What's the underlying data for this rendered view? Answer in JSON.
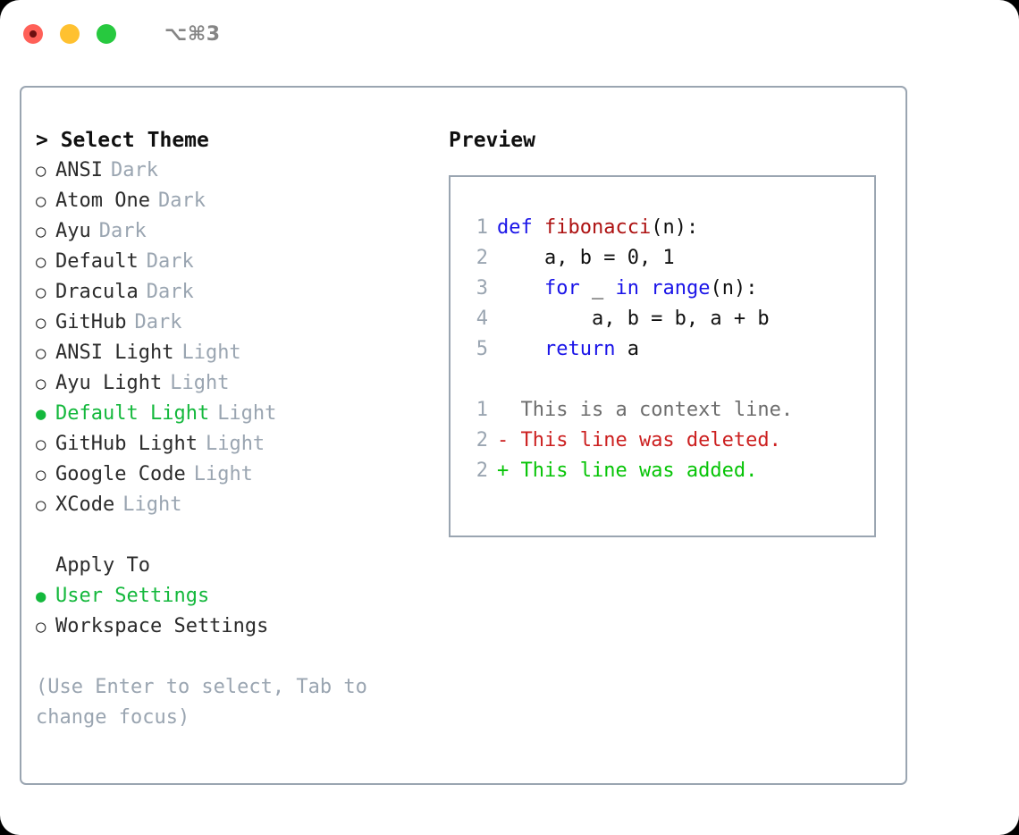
{
  "titlebar": {
    "shortcut": "⌥⌘3",
    "dots": [
      {
        "name": "close-button",
        "color": "#ff6058"
      },
      {
        "name": "minimize-button",
        "color": "#ffc130"
      },
      {
        "name": "maximize-button",
        "color": "#27c93f"
      }
    ]
  },
  "theme_selector": {
    "heading": "> Select Theme",
    "bullet_unselected": "○",
    "bullet_selected": "●",
    "items": [
      {
        "label": "ANSI",
        "tag": "Dark",
        "selected": false
      },
      {
        "label": "Atom One",
        "tag": "Dark",
        "selected": false
      },
      {
        "label": "Ayu",
        "tag": "Dark",
        "selected": false
      },
      {
        "label": "Default",
        "tag": "Dark",
        "selected": false
      },
      {
        "label": "Dracula",
        "tag": "Dark",
        "selected": false
      },
      {
        "label": "GitHub",
        "tag": "Dark",
        "selected": false
      },
      {
        "label": "ANSI Light",
        "tag": "Light",
        "selected": false
      },
      {
        "label": "Ayu Light",
        "tag": "Light",
        "selected": false
      },
      {
        "label": "Default Light",
        "tag": "Light",
        "selected": true
      },
      {
        "label": "GitHub Light",
        "tag": "Light",
        "selected": false
      },
      {
        "label": "Google Code",
        "tag": "Light",
        "selected": false
      },
      {
        "label": "XCode",
        "tag": "Light",
        "selected": false
      }
    ]
  },
  "apply_to": {
    "heading": "Apply To",
    "items": [
      {
        "label": "User Settings",
        "selected": true
      },
      {
        "label": "Workspace Settings",
        "selected": false
      }
    ]
  },
  "hint": "(Use Enter to select, Tab to change focus)",
  "preview": {
    "title": "Preview",
    "code_lines": [
      {
        "no": "1",
        "tokens": [
          {
            "t": "def ",
            "c": "kw"
          },
          {
            "t": "fibonacci",
            "c": "fn"
          },
          {
            "t": "(n):",
            "c": "plain"
          }
        ]
      },
      {
        "no": "2",
        "tokens": [
          {
            "t": "    a, b = 0, 1",
            "c": "plain"
          }
        ]
      },
      {
        "no": "3",
        "tokens": [
          {
            "t": "    ",
            "c": "plain"
          },
          {
            "t": "for",
            "c": "kw"
          },
          {
            "t": " _ ",
            "c": "plain"
          },
          {
            "t": "in",
            "c": "kw"
          },
          {
            "t": " ",
            "c": "plain"
          },
          {
            "t": "range",
            "c": "kw"
          },
          {
            "t": "(n):",
            "c": "plain"
          }
        ]
      },
      {
        "no": "4",
        "tokens": [
          {
            "t": "        a, b = b, a + b",
            "c": "plain"
          }
        ]
      },
      {
        "no": "5",
        "tokens": [
          {
            "t": "    ",
            "c": "plain"
          },
          {
            "t": "return",
            "c": "kw"
          },
          {
            "t": " a",
            "c": "plain"
          }
        ]
      }
    ],
    "diff_lines": [
      {
        "no": "1",
        "marker": " ",
        "text": " This is a context line.",
        "kind": "ctx"
      },
      {
        "no": "2",
        "marker": "-",
        "text": " This line was deleted.",
        "kind": "del"
      },
      {
        "no": "2",
        "marker": "+",
        "text": " This line was added.",
        "kind": "add"
      }
    ]
  }
}
